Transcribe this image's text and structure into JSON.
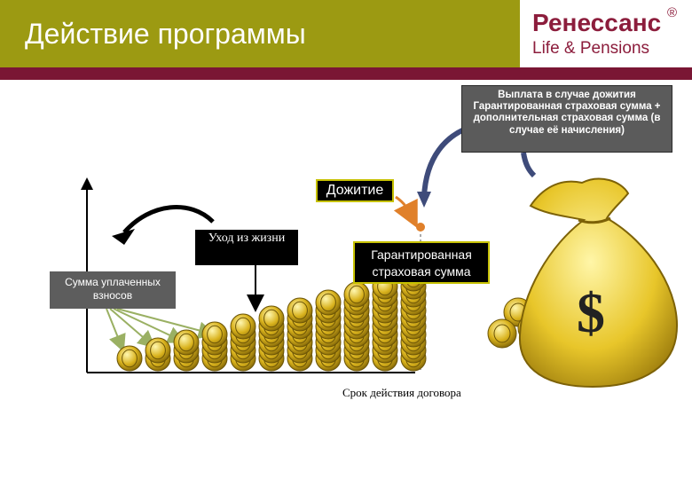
{
  "header": {
    "title": "Действие программы",
    "brand": "Ренессанс",
    "brand_mark": "®",
    "brand_sub": "Life & Pensions",
    "colors": {
      "bar": "#9c9a12",
      "stripe": "#7a1634",
      "brand": "#8c1d3c"
    }
  },
  "diagram": {
    "payout_text": "Выплата в случае дожития Гарантированная страховая сумма + дополнительная страховая сумма (в случае её начисления)",
    "survival_label": "Дожитие",
    "death_label": "Уход из жизни",
    "guaranteed_label": "Гарантированная страховая сумма",
    "paid_label": "Сумма уплаченных взносов",
    "term_label": "Срок действия договора",
    "coin_stacks": [
      1,
      2,
      3,
      4,
      5,
      6,
      7,
      8,
      9,
      10,
      11
    ],
    "icons": [
      "coin-icon",
      "money-bag-icon",
      "dollar-sign-icon"
    ]
  }
}
